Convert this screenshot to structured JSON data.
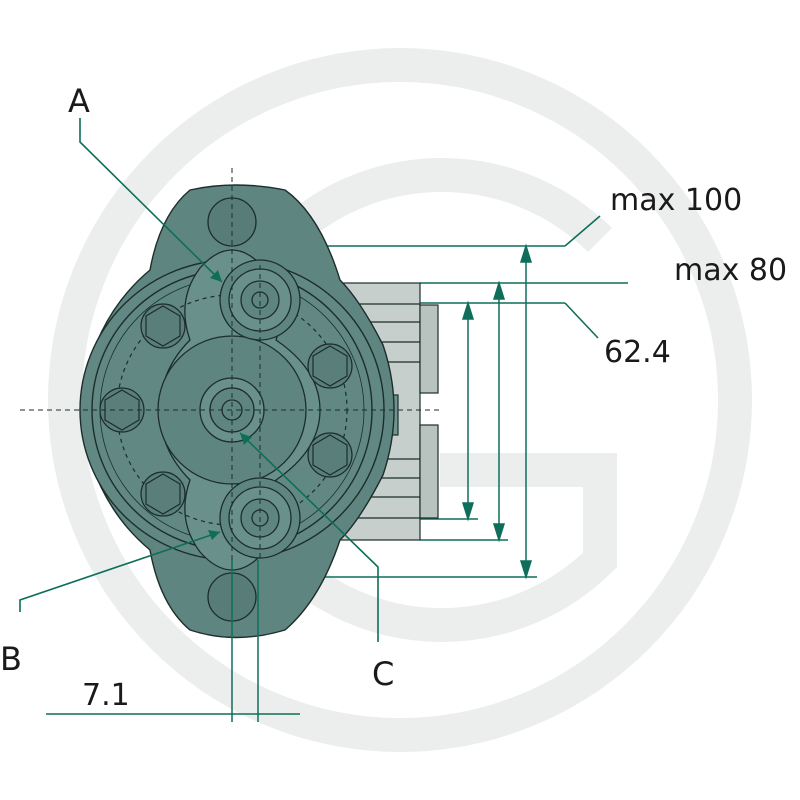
{
  "callouts": {
    "a": "A",
    "b": "B",
    "c": "C"
  },
  "dimensions": {
    "max_100": "max 100",
    "max_80": "max 80",
    "d_62_4": "62.4",
    "offset_7_1": "7.1"
  },
  "colors": {
    "body": "#5f8580",
    "body_dark": "#4d706b",
    "body_light": "#6e948f",
    "port_block": "#c9d0cd",
    "leader": "#0f6e5a",
    "outline": "#1c2e2b",
    "watermark": "#e9ecea"
  }
}
